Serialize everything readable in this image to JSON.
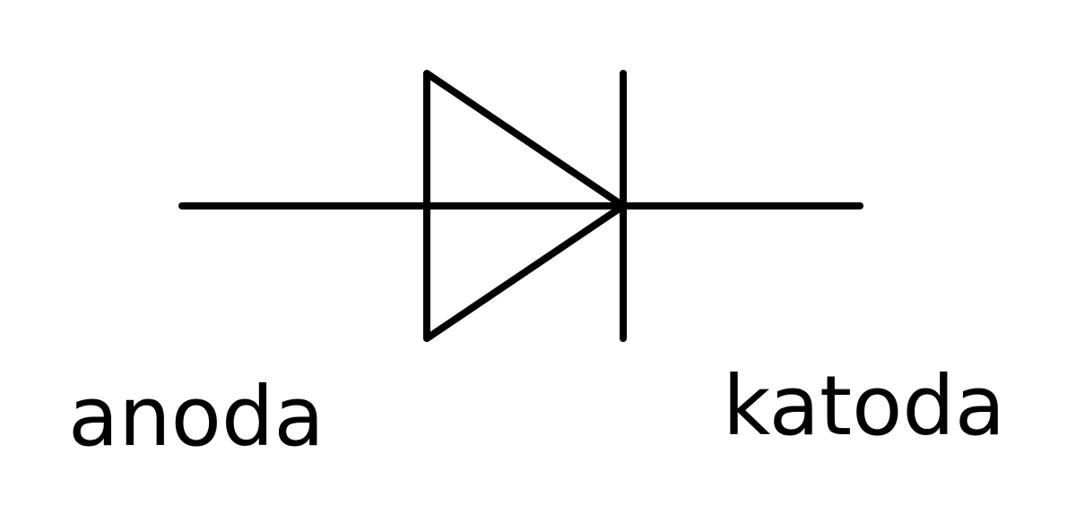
{
  "diagram": {
    "symbol": "diode",
    "line_color": "#000000",
    "background_color": "#ffffff",
    "labels": {
      "anode": "anoda",
      "cathode": "katoda"
    }
  }
}
